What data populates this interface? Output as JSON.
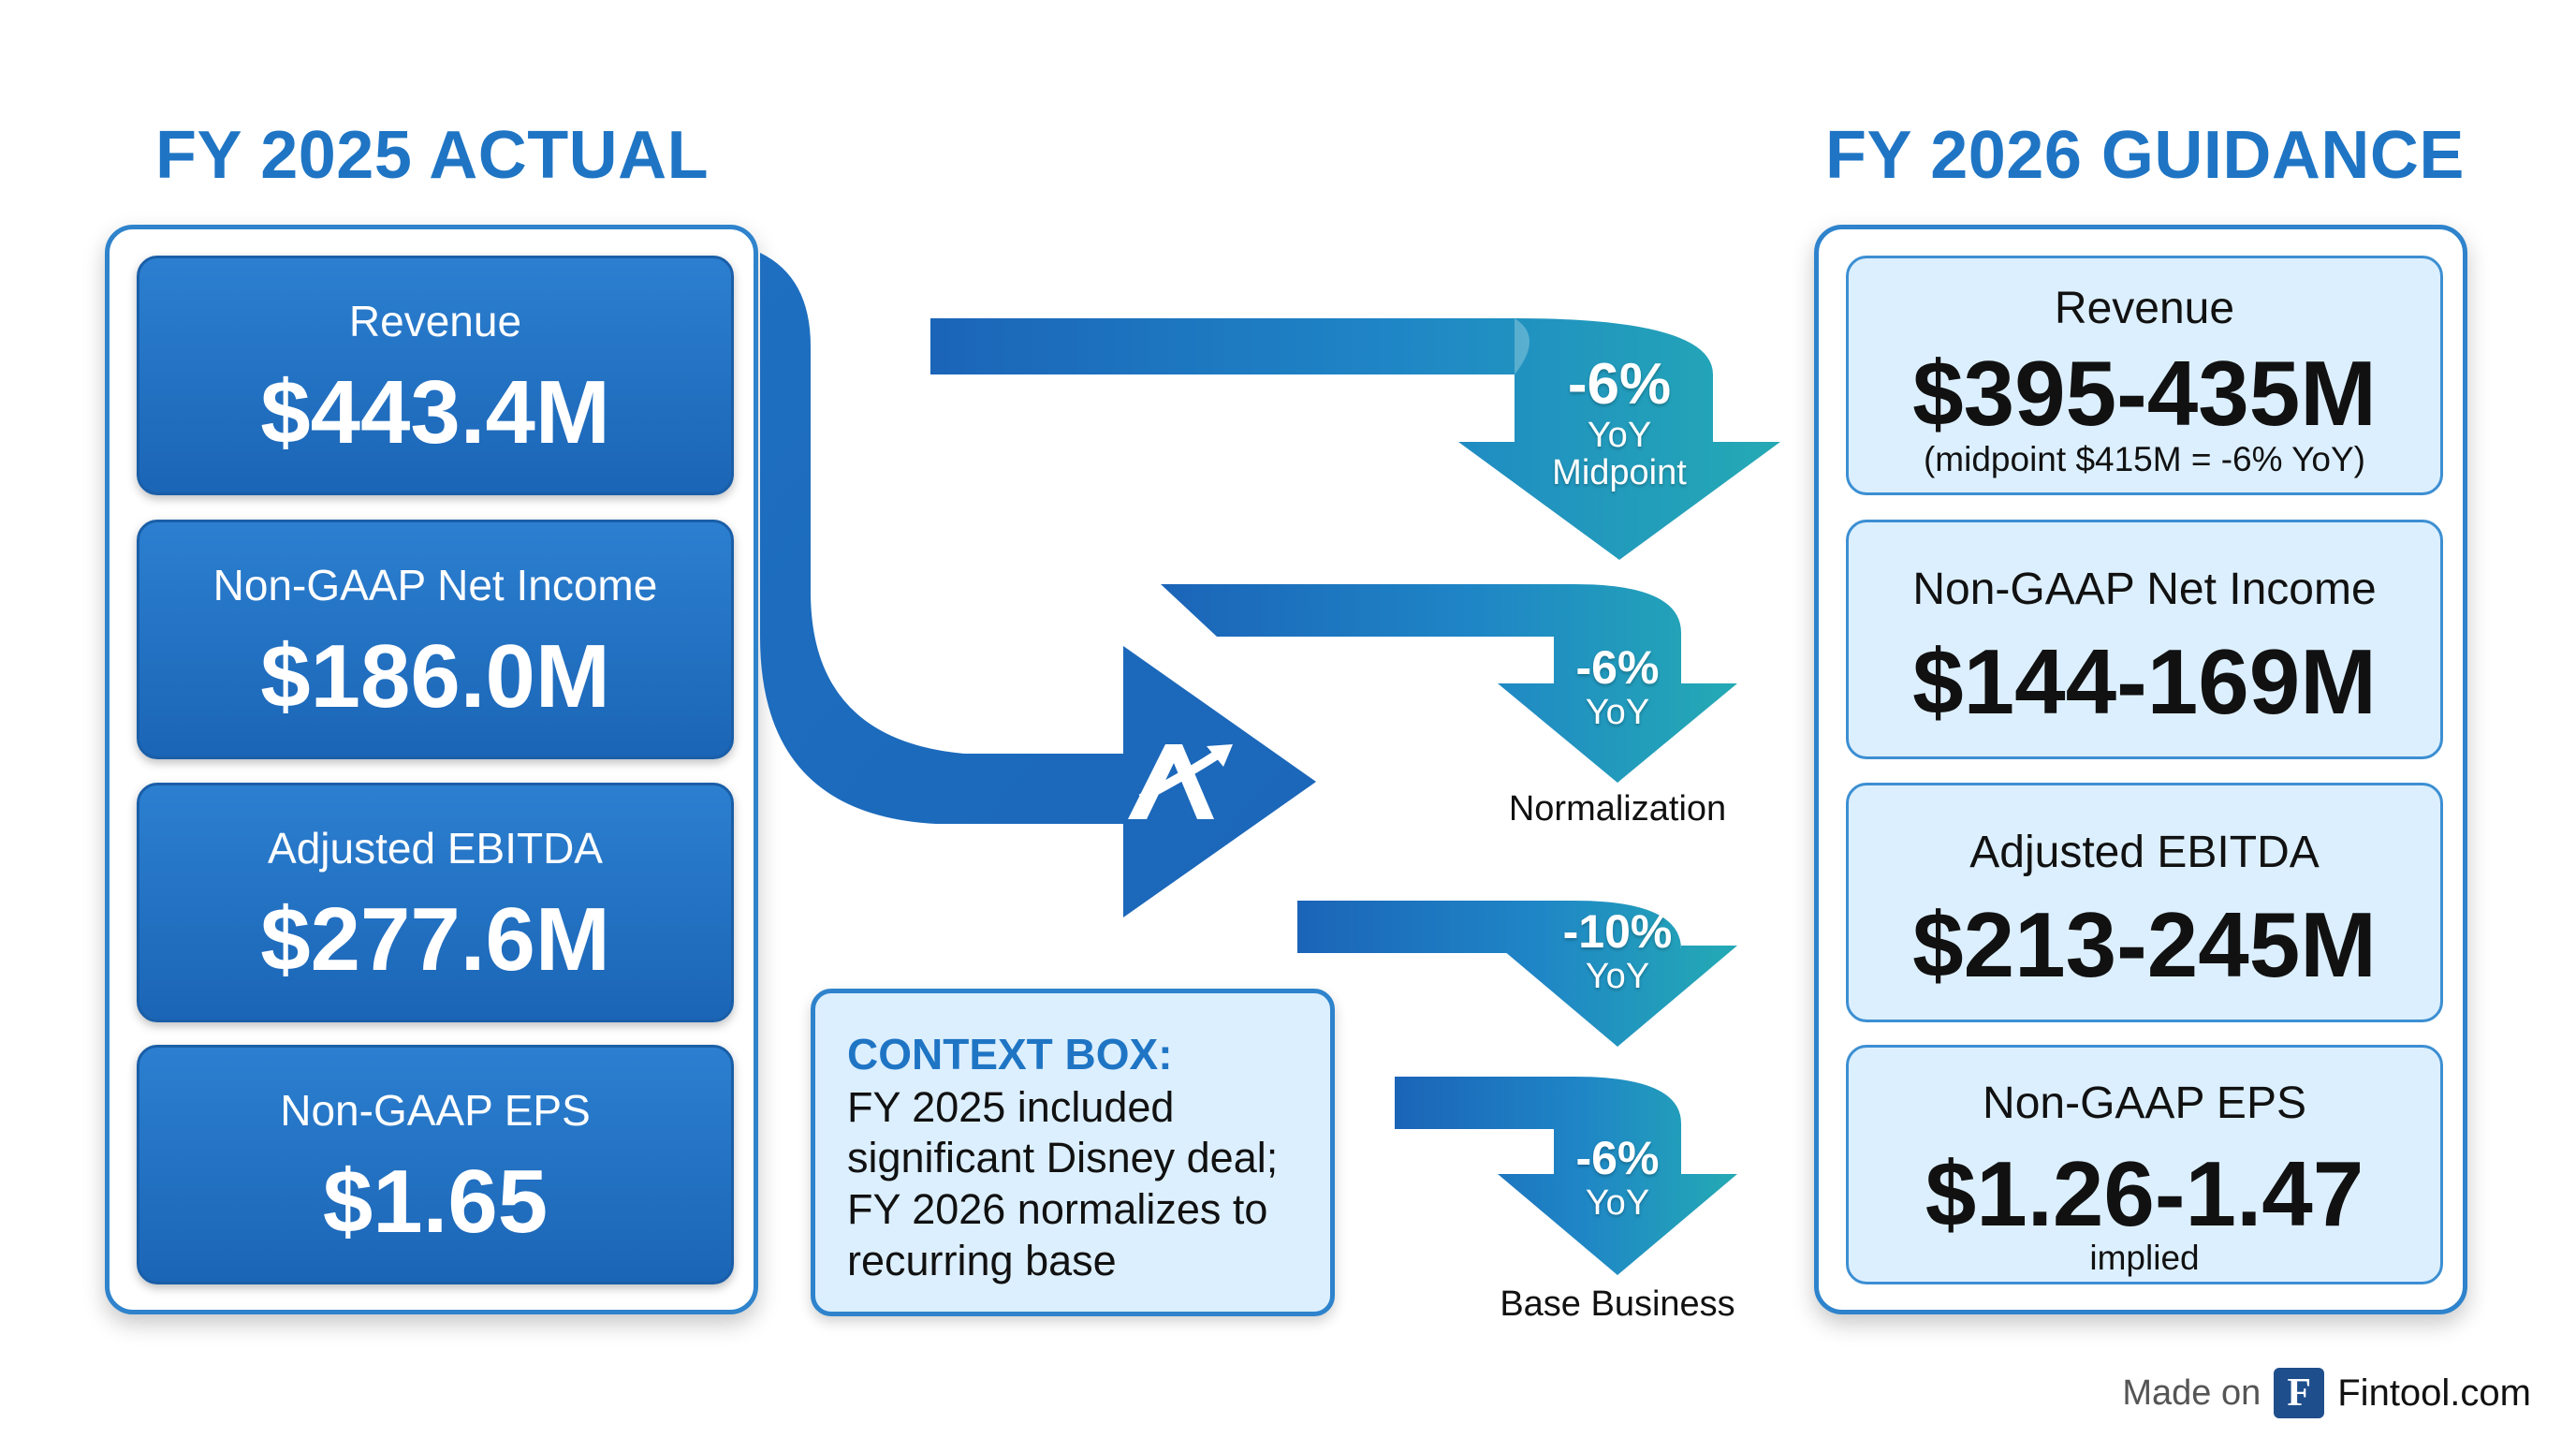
{
  "left": {
    "title": "FY 2025 ACTUAL",
    "metrics": [
      {
        "label": "Revenue",
        "value": "$443.4M"
      },
      {
        "label": "Non-GAAP Net Income",
        "value": "$186.0M"
      },
      {
        "label": "Adjusted EBITDA",
        "value": "$277.6M"
      },
      {
        "label": "Non-GAAP EPS",
        "value": "$1.65"
      }
    ]
  },
  "right": {
    "title": "FY 2026 GUIDANCE",
    "metrics": [
      {
        "label": "Revenue",
        "value": "$395-435M",
        "note": "(midpoint $415M = -6% YoY)"
      },
      {
        "label": "Non-GAAP Net Income",
        "value": "$144-169M"
      },
      {
        "label": "Adjusted EBITDA",
        "value": "$213-245M"
      },
      {
        "label": "Non-GAAP EPS",
        "value": "$1.26-1.47",
        "note": "implied"
      }
    ]
  },
  "flows": [
    {
      "pct": "-6%",
      "yoy": "YoY",
      "extra": "Midpoint",
      "label": ""
    },
    {
      "pct": "-6%",
      "yoy": "YoY",
      "extra": "",
      "label": "Normalization"
    },
    {
      "pct": "-10%",
      "yoy": "YoY",
      "extra": "",
      "label": ""
    },
    {
      "pct": "-6%",
      "yoy": "YoY",
      "extra": "",
      "label": "Base Business"
    }
  ],
  "context": {
    "title": "CONTEXT BOX:",
    "text": "FY 2025 included significant Disney deal; FY 2026 normalizes to recurring base"
  },
  "footer": {
    "made_on": "Made on",
    "logo_letter": "F",
    "site": "Fintool.com"
  },
  "colors": {
    "primary_blue": "#1f75c4",
    "light_blue": "#dcefff",
    "teal": "#22aab3"
  },
  "icons": {
    "center_logo": "arrow-a-logo-icon"
  }
}
